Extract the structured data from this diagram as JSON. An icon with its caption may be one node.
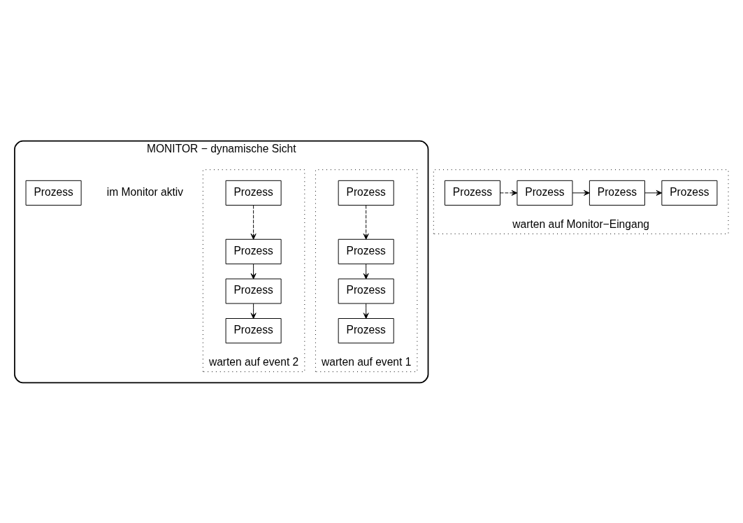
{
  "diagram": {
    "nodes": [
      {
        "text": [
          "MONITOR − dynamische Sicht"
        ]
      },
      {
        "text": [
          "warten auf event 1"
        ],
        "in": 0
      },
      {
        "text": [
          "Prozess"
        ],
        "in": 1
      },
      {
        "text": [
          "Prozess"
        ],
        "in": 1
      },
      {
        "text": [
          "Prozess"
        ],
        "in": 1
      },
      {
        "text": [
          "Prozess"
        ],
        "in": 1
      },
      {
        "text": [
          "warten auf event 2"
        ],
        "in": 0
      },
      {
        "text": [
          "Prozess"
        ],
        "in": 6
      },
      {
        "text": [
          "Prozess"
        ],
        "in": 6
      },
      {
        "text": [
          "Prozess"
        ],
        "in": 6
      },
      {
        "text": [
          "Prozess"
        ],
        "in": 6
      },
      {
        "text": [
          "Prozess"
        ],
        "in": 0,
        "beside": [
          "im Monitor aktiv"
        ]
      },
      {
        "text": [
          "warten auf Monitor−Eingang"
        ]
      },
      {
        "text": [
          "Prozess"
        ],
        "in": 12
      },
      {
        "text": [
          "Prozess"
        ],
        "in": 12
      },
      {
        "text": [
          "Prozess"
        ],
        "in": 12
      },
      {
        "text": [
          "Prozess"
        ],
        "in": 12
      }
    ],
    "edges": [
      {
        "from": 2,
        "to": 3,
        "arrow": "to",
        "style": "dashed"
      },
      {
        "from": 3,
        "to": 4,
        "arrow": "to"
      },
      {
        "from": 4,
        "to": 5,
        "arrow": "to"
      },
      {
        "from": 7,
        "to": 8,
        "arrow": "to",
        "style": "dashed"
      },
      {
        "from": 8,
        "to": 9,
        "arrow": "to"
      },
      {
        "from": 9,
        "to": 10,
        "arrow": "to"
      },
      {
        "from": 13,
        "to": 14,
        "arrow": "to",
        "style": "dashed"
      },
      {
        "from": 14,
        "to": 15,
        "arrow": "to"
      },
      {
        "from": 15,
        "to": 16,
        "arrow": "to"
      }
    ]
  }
}
